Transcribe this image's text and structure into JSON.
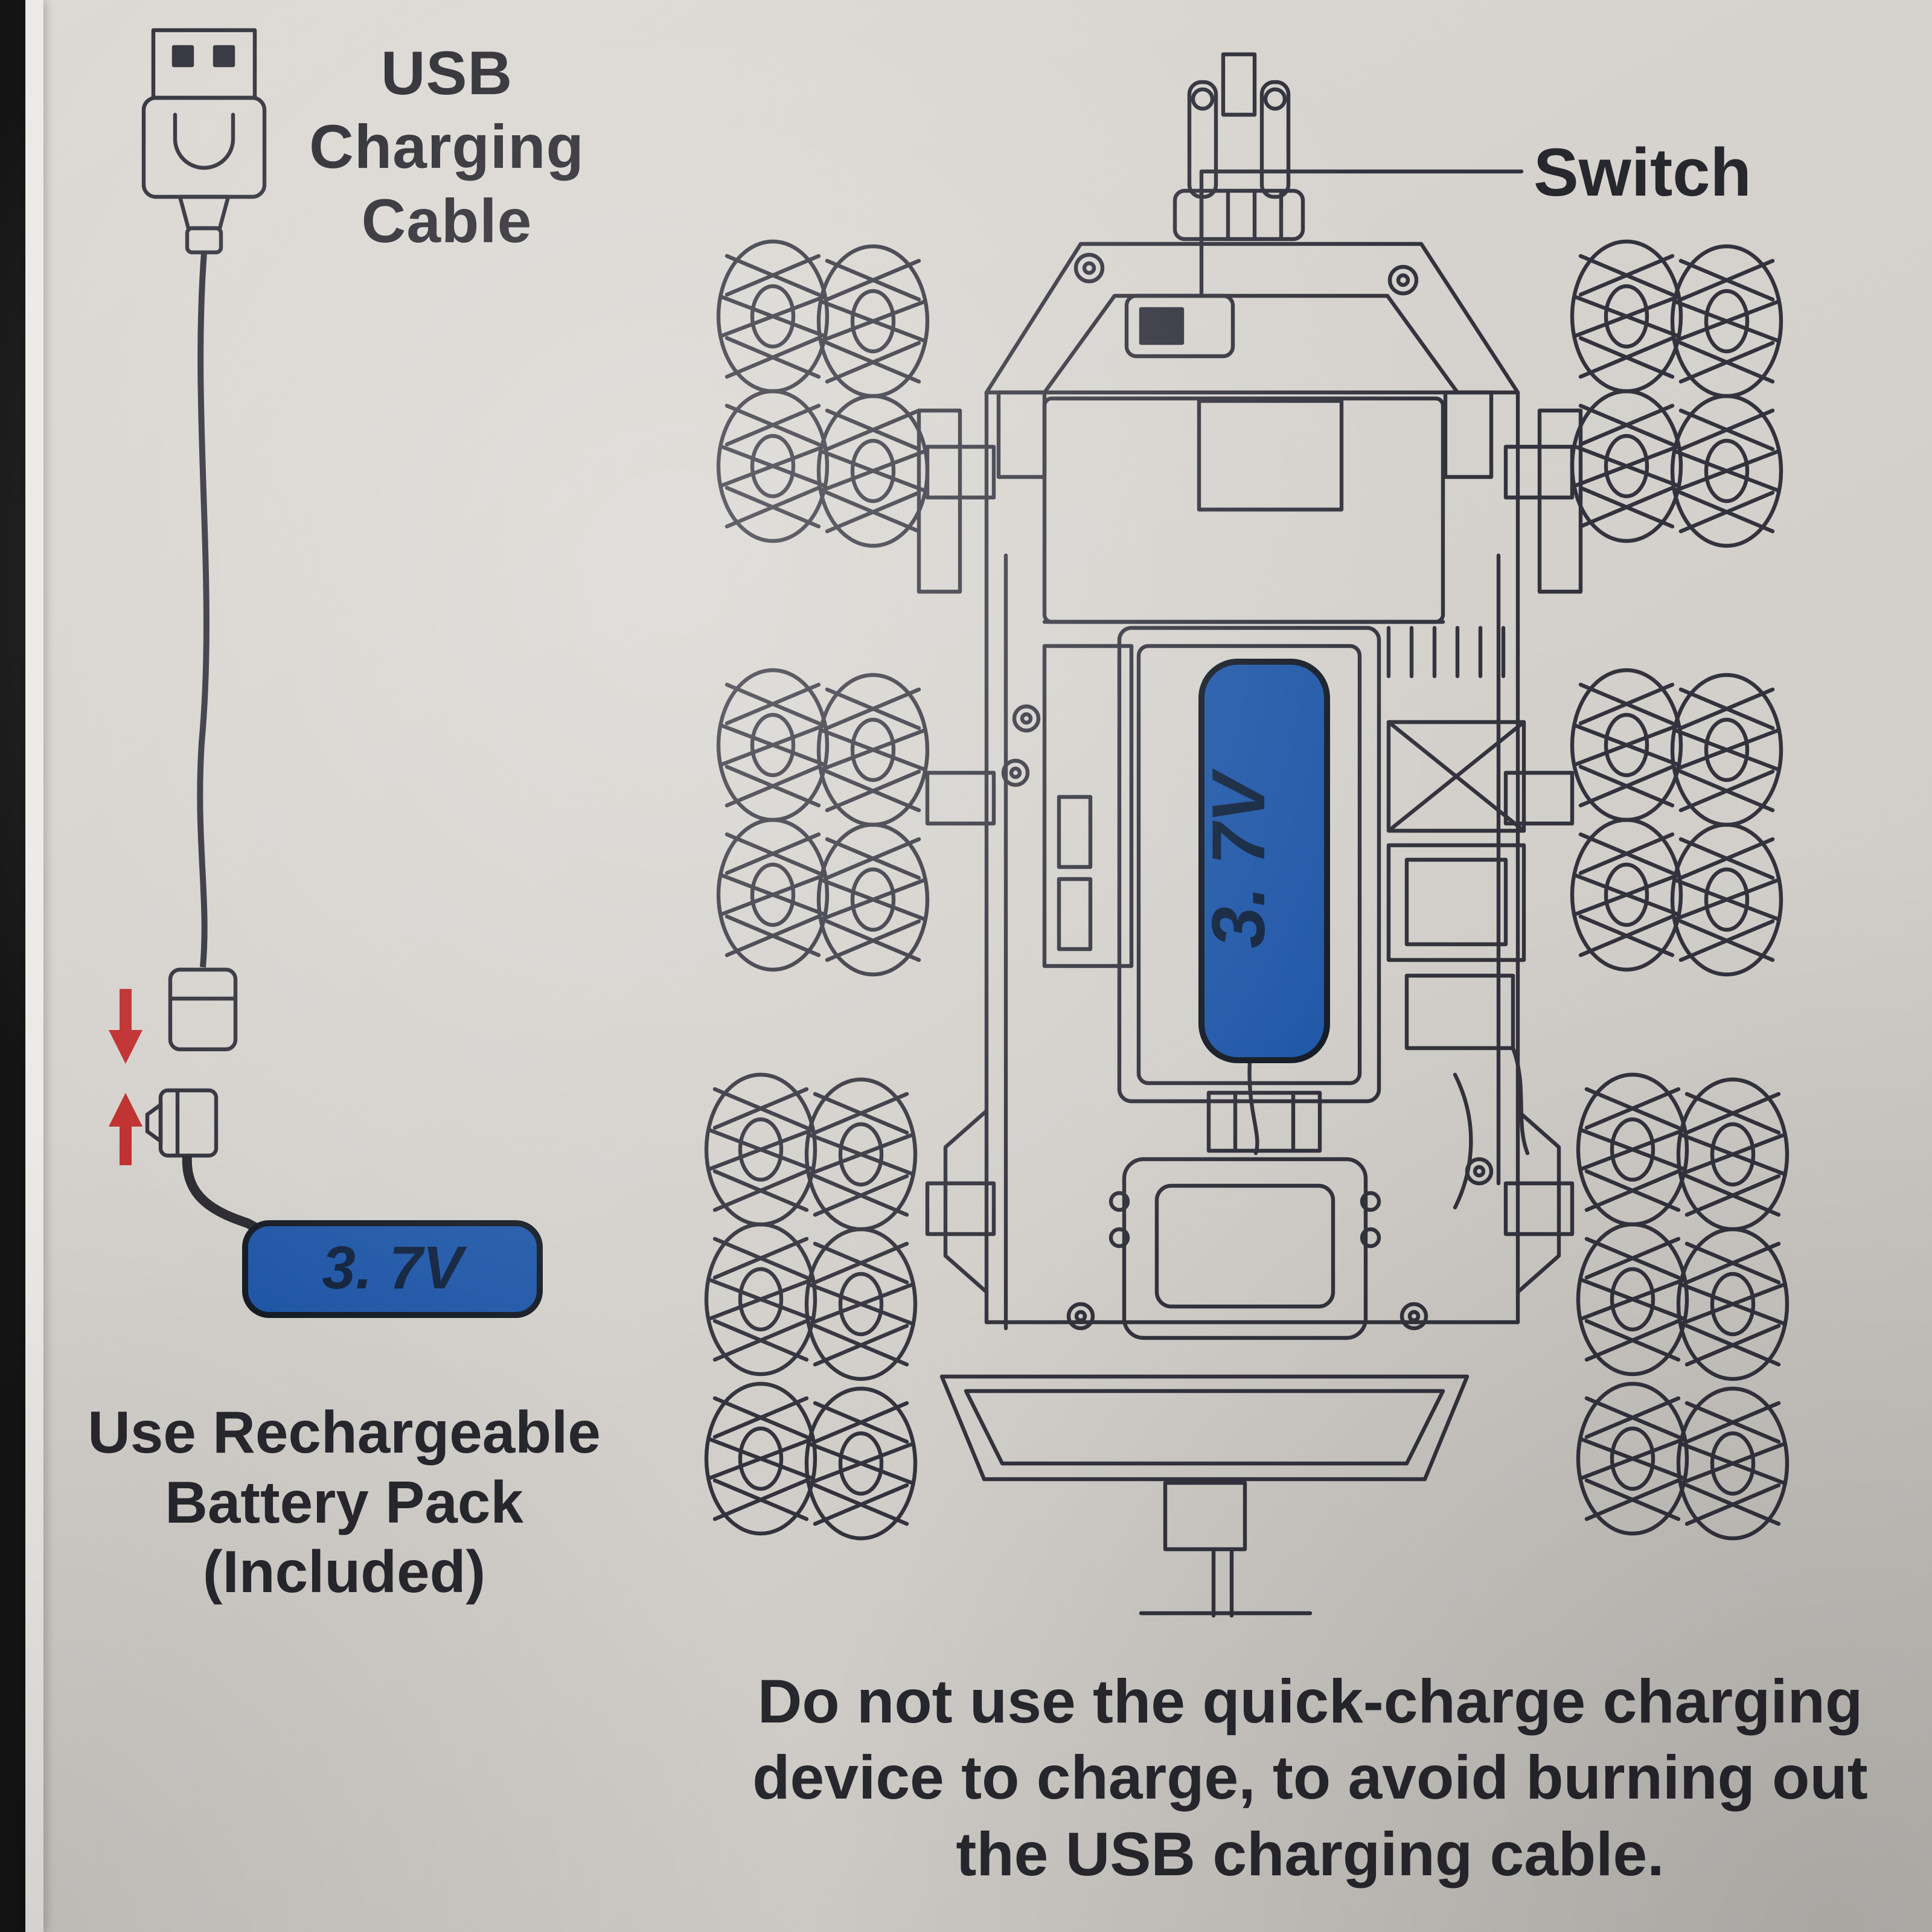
{
  "cable_section": {
    "title_lines": [
      "USB",
      "Charging",
      "Cable"
    ],
    "battery_label": "3. 7V",
    "caption_lines": [
      "Use Rechargeable",
      "Battery Pack",
      "(Included)"
    ]
  },
  "car_section": {
    "switch_label": "Switch",
    "battery_label": "3. 7V"
  },
  "warning_lines": [
    "Do not use the quick-charge charging",
    "device to charge, to avoid burning out",
    "the USB charging cable."
  ],
  "colors": {
    "paper": "#d5d2cd",
    "line_art": "#33333e",
    "battery_blue": "#2058a8",
    "battery_border": "#151c26",
    "arrow_red": "#c03030",
    "text": "#27272e"
  }
}
